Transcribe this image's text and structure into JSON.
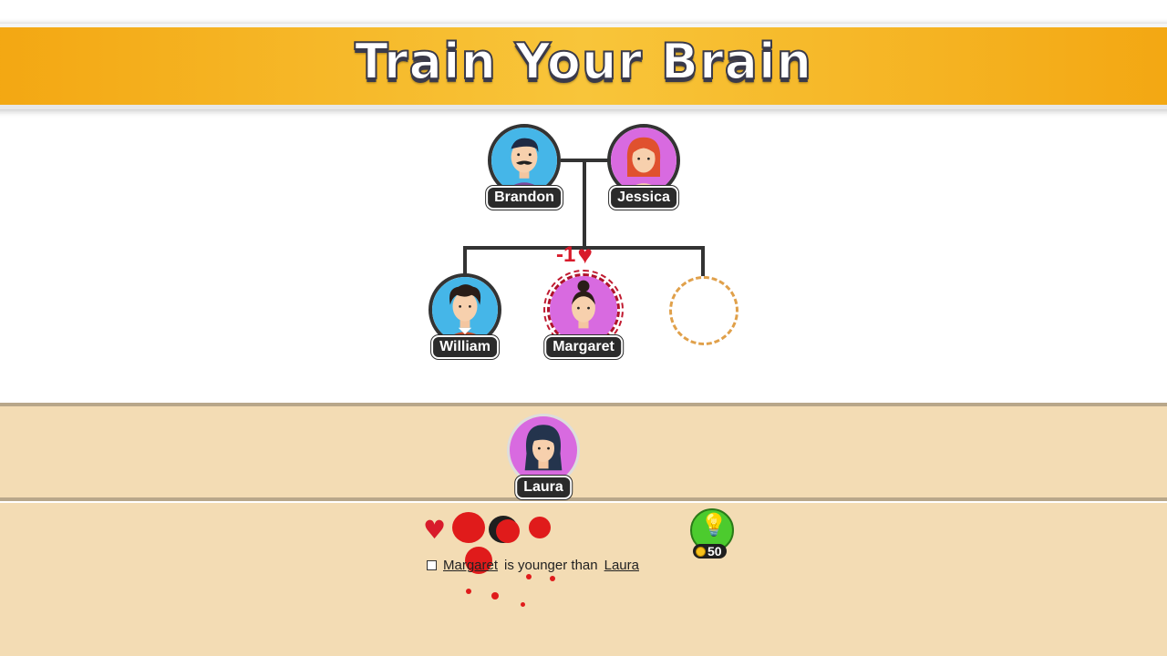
{
  "header": {
    "title": "Train Your Brain"
  },
  "tree": {
    "parents": [
      {
        "name": "Brandon",
        "avatar": "man-mustache-avatar",
        "bg": "#45b6e8"
      },
      {
        "name": "Jessica",
        "avatar": "woman-redhair-avatar",
        "bg": "#d86ae0"
      }
    ],
    "children": [
      {
        "name": "William",
        "avatar": "man-curly-avatar",
        "bg": "#45b6e8"
      },
      {
        "name": "Margaret",
        "avatar": "woman-bun-avatar",
        "bg": "#d86ae0"
      }
    ],
    "penalty": {
      "text": "-1",
      "icon": "heart-icon"
    }
  },
  "tray": {
    "name": "Laura",
    "avatar": "woman-darkhair-avatar",
    "bg": "#d86ae0"
  },
  "lives": {
    "icon": "heart-icon"
  },
  "hint": {
    "icon": "lightbulb-icon",
    "cost": "50"
  },
  "clue": {
    "subject": "Margaret",
    "relation": "is younger than",
    "object": "Laura"
  },
  "colors": {
    "banner": "#f3a712",
    "tray": "#f3dcb4",
    "heart": "#d81b2b",
    "hint": "#4ccb2e"
  }
}
